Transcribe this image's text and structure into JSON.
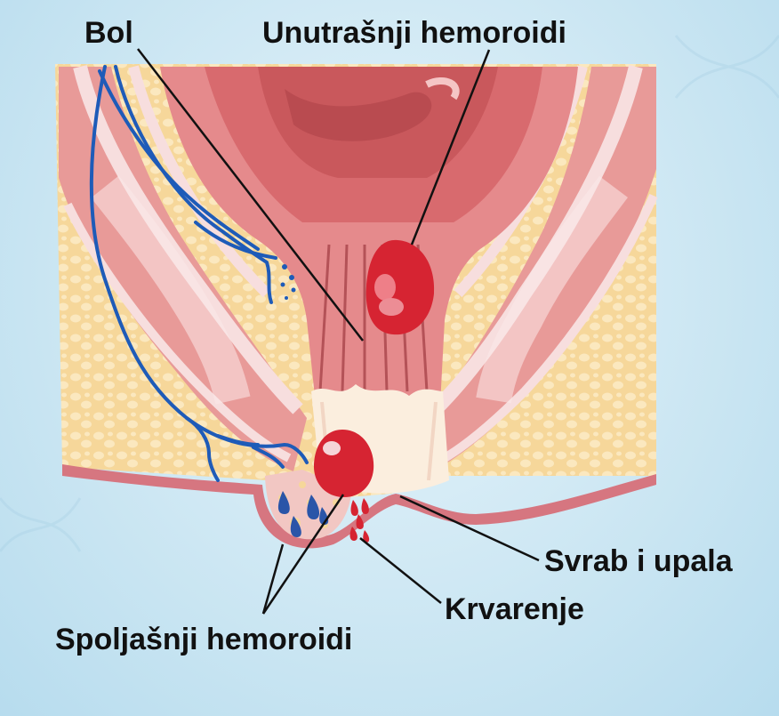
{
  "labels": {
    "pain": "Bol",
    "internal": "Unutrašnji hemoroidi",
    "itching": "Svrab i upala",
    "bleeding": "Krvarenje",
    "external": "Spoljašnji hemoroidi"
  },
  "colors": {
    "background": "#cde7f3",
    "fat_tissue": "#f6d79a",
    "muscle": "#e79a9a",
    "mucosa": "#c9585c",
    "hemorrhoid": "#d62432",
    "vein": "#1e5bb8",
    "leader_line": "#111111"
  }
}
